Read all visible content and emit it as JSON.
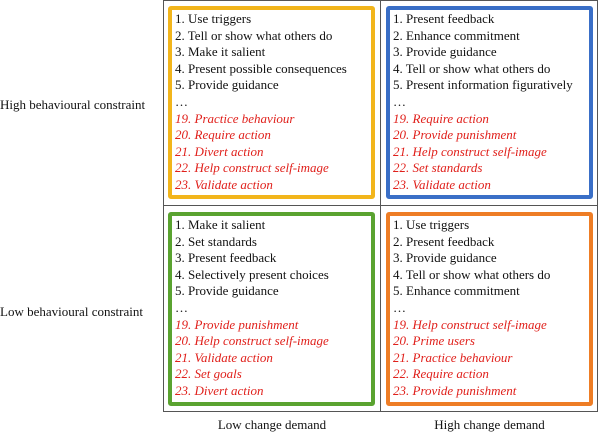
{
  "colors": {
    "tl_border": "#f2b51b",
    "tr_border": "#3a6fc7",
    "bl_border": "#5aa330",
    "br_border": "#ee7d25",
    "italic_text": "#e0201b"
  },
  "rows": {
    "high": "High behavioural constraint",
    "low": "Low behavioural constraint"
  },
  "columns": {
    "low": "Low change demand",
    "high": "High change demand"
  },
  "quadrants": {
    "top_left": {
      "items": [
        "1. Use triggers",
        "2. Tell or show what others do",
        "3. Make it salient",
        "4. Present possible consequences",
        "5. Provide guidance",
        "…"
      ],
      "red_items": [
        "19. Practice behaviour",
        "20. Require action",
        "21. Divert action",
        "22. Help construct self-image",
        "23. Validate action"
      ]
    },
    "top_right": {
      "items": [
        "1. Present feedback",
        "2. Enhance commitment",
        "3. Provide guidance",
        "4. Tell or show what others do",
        "5. Present information figuratively",
        "…"
      ],
      "red_items": [
        "19. Require action",
        "20. Provide punishment",
        "21. Help construct self-image",
        "22. Set standards",
        "23. Validate action"
      ]
    },
    "bottom_left": {
      "items": [
        "1. Make it salient",
        "2. Set standards",
        "3. Present feedback",
        "4. Selectively present choices",
        "5. Provide guidance",
        "…"
      ],
      "red_items": [
        "19. Provide punishment",
        "20. Help construct self-image",
        "21. Validate action",
        "22. Set goals",
        "23. Divert action"
      ]
    },
    "bottom_right": {
      "items": [
        "1. Use triggers",
        "2. Present feedback",
        "3. Provide guidance",
        "4. Tell or show what others do",
        "5. Enhance commitment",
        "…"
      ],
      "red_items": [
        "19. Help construct self-image",
        "20. Prime users",
        "21. Practice behaviour",
        "22. Require action",
        "23. Provide punishment"
      ]
    }
  }
}
